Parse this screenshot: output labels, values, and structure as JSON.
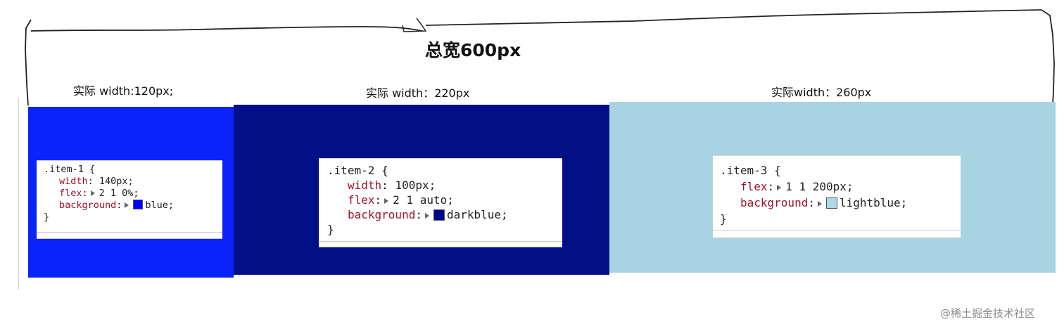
{
  "annotation": {
    "total_label": "总宽600px",
    "width_notes": [
      "实际 width:120px;",
      "实际 width：220px",
      "实际width：260px"
    ]
  },
  "colors": {
    "item1": "#0a23f8",
    "item2": "#020f86",
    "item3": "#a8d3e2"
  },
  "items": [
    {
      "selector": ".item-1",
      "open_brace": "{",
      "close_brace": "}",
      "declarations": [
        {
          "prop": "width",
          "value": "140px;"
        },
        {
          "prop": "flex",
          "value": "2 1 0%;",
          "expand_icon": "triangle-right-icon"
        },
        {
          "prop": "background",
          "value": "blue;",
          "expand_icon": "triangle-right-icon",
          "swatch": "blue"
        }
      ]
    },
    {
      "selector": ".item-2",
      "open_brace": "{",
      "close_brace": "}",
      "declarations": [
        {
          "prop": "width",
          "value": "100px;"
        },
        {
          "prop": "flex",
          "value": "2 1 auto;",
          "expand_icon": "triangle-right-icon"
        },
        {
          "prop": "background",
          "value": "darkblue;",
          "expand_icon": "triangle-right-icon",
          "swatch": "darkblue"
        }
      ]
    },
    {
      "selector": ".item-3",
      "open_brace": "{",
      "close_brace": "}",
      "declarations": [
        {
          "prop": "flex",
          "value": "1 1 200px;",
          "expand_icon": "triangle-right-icon"
        },
        {
          "prop": "background",
          "value": "lightblue;",
          "expand_icon": "triangle-right-icon",
          "swatch": "lightblue"
        }
      ]
    }
  ],
  "watermark": "@稀土掘金技术社区"
}
